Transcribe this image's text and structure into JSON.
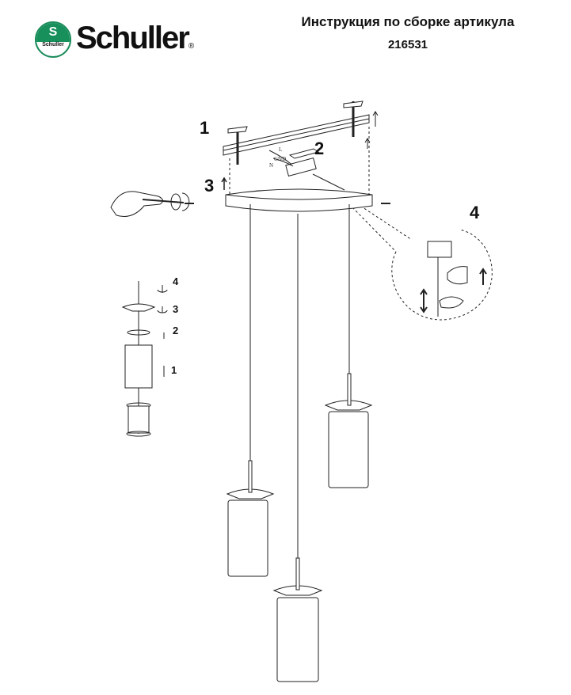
{
  "header": {
    "brand": "Schuller",
    "brand_mark": "®",
    "logo_badge_text": "Schuller",
    "title": "Инструкция по сборке артикула",
    "article_number": "216531"
  },
  "diagram": {
    "steps": [
      "1",
      "2",
      "3",
      "4"
    ],
    "wire_labels": [
      "L",
      "GND",
      "N"
    ],
    "shade_steps": [
      "4",
      "3",
      "2",
      "1"
    ]
  },
  "colors": {
    "brand_green": "#17905c",
    "line": "#222222"
  }
}
